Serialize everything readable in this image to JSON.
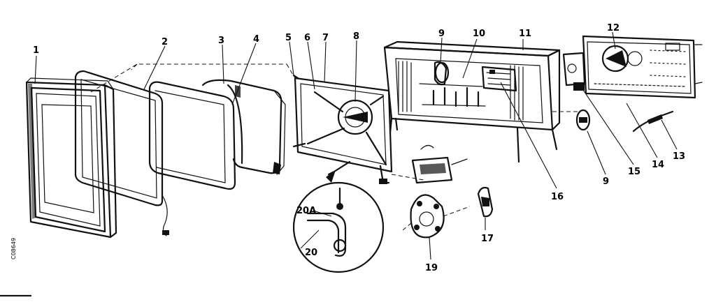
{
  "diagram": {
    "callouts": {
      "c1": "1",
      "c2": "2",
      "c3": "3",
      "c4": "4",
      "c5": "5",
      "c6": "6",
      "c7": "7",
      "c8": "8",
      "c9a": "9",
      "c9b": "9",
      "c10": "10",
      "c11": "11",
      "c12": "12",
      "c13": "13",
      "c14": "14",
      "c15": "15",
      "c16": "16",
      "c17": "17",
      "c19": "19",
      "c20": "20",
      "c20a": "20A"
    },
    "side_code": "C08649"
  }
}
